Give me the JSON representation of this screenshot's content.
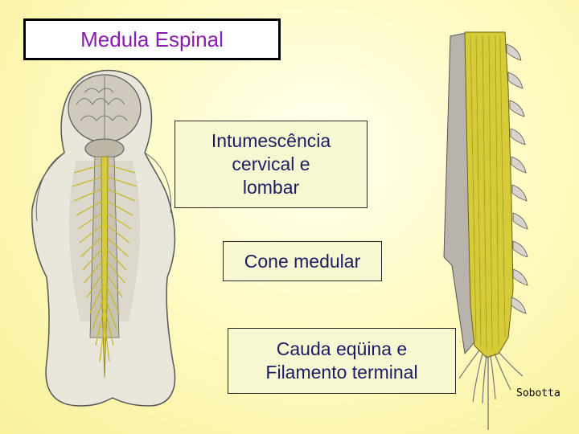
{
  "slide": {
    "title": "Medula Espinal",
    "labels": {
      "intumescencia": "Intumescência\ncervical e\nlombar",
      "cone": "Cone medular",
      "cauda": "Cauda eqüina e\nFilamento terminal"
    },
    "credit": "Sobotta"
  },
  "colors": {
    "title": "#8a1bb0",
    "label_text": "#1b1b66",
    "label_fill": "#f7f8d2",
    "nerve_yellow": "#d6cc3a"
  },
  "illustrations": {
    "left": "dorsal-view-spinal-cord-illustration",
    "right": "spinal-cord-cauda-equina-illustration"
  }
}
